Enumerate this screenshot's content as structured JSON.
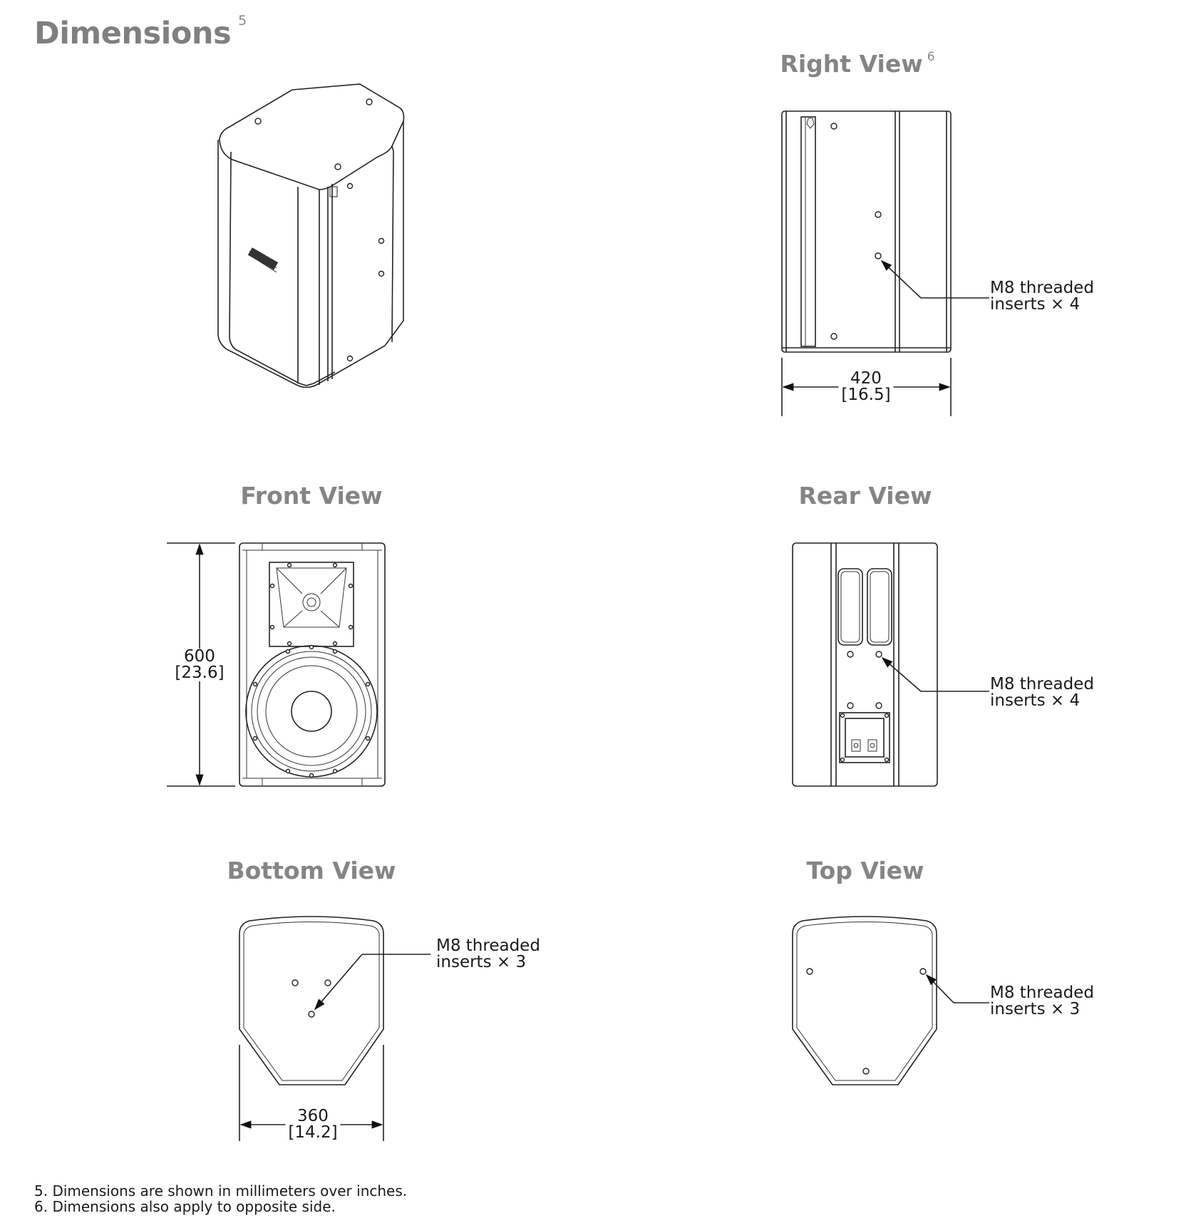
{
  "page": {
    "title": "Dimensions",
    "title_footnote": "5"
  },
  "views": {
    "right": {
      "title": "Right View",
      "title_footnote": "6",
      "callout_line1": "M8 threaded",
      "callout_line2": "inserts × 4",
      "width_mm": "420",
      "width_in": "[16.5]"
    },
    "front": {
      "title": "Front View",
      "height_mm": "600",
      "height_in": "[23.6]"
    },
    "rear": {
      "title": "Rear View",
      "callout_line1": "M8 threaded",
      "callout_line2": "inserts × 4"
    },
    "bottom": {
      "title": "Bottom View",
      "callout_line1": "M8 threaded",
      "callout_line2": "inserts × 3",
      "width_mm": "360",
      "width_in": "[14.2]"
    },
    "top": {
      "title": "Top View",
      "callout_line1": "M8 threaded",
      "callout_line2": "inserts × 3"
    }
  },
  "footnotes": [
    "5.  Dimensions are shown in millimeters over inches.",
    "6.  Dimensions also apply to opposite side."
  ]
}
